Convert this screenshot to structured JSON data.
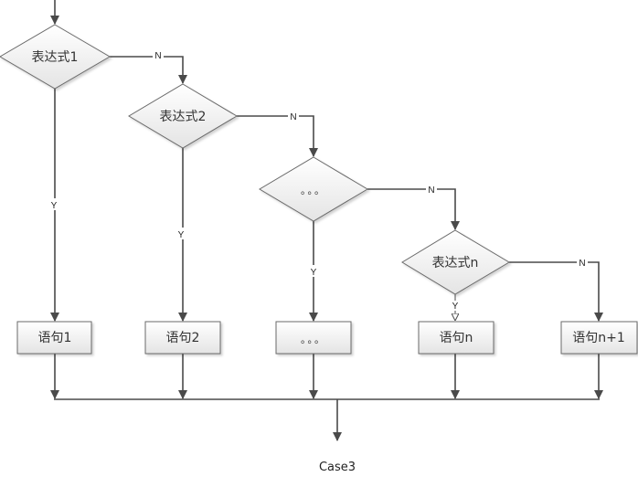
{
  "diagram": {
    "type": "flowchart",
    "caption": "Case3",
    "decisions": [
      {
        "id": "d1",
        "label": "表达式1"
      },
      {
        "id": "d2",
        "label": "表达式2"
      },
      {
        "id": "d3",
        "label": "。。。"
      },
      {
        "id": "dn",
        "label": "表达式n"
      }
    ],
    "statements": [
      {
        "id": "s1",
        "label": "语句1"
      },
      {
        "id": "s2",
        "label": "语句2"
      },
      {
        "id": "s3",
        "label": "。。。"
      },
      {
        "id": "sn",
        "label": "语句n"
      },
      {
        "id": "sn1",
        "label": "语句n+1"
      }
    ],
    "edges": [
      {
        "from": "start",
        "to": "d1",
        "label": ""
      },
      {
        "from": "d1",
        "to": "s1",
        "label": "Y"
      },
      {
        "from": "d1",
        "to": "d2",
        "label": "N"
      },
      {
        "from": "d2",
        "to": "s2",
        "label": "Y"
      },
      {
        "from": "d2",
        "to": "d3",
        "label": "N"
      },
      {
        "from": "d3",
        "to": "s3",
        "label": "Y"
      },
      {
        "from": "d3",
        "to": "dn",
        "label": "N"
      },
      {
        "from": "dn",
        "to": "sn",
        "label": "Y"
      },
      {
        "from": "dn",
        "to": "sn1",
        "label": "N"
      },
      {
        "from": "s1",
        "to": "merge",
        "label": ""
      },
      {
        "from": "s2",
        "to": "merge",
        "label": ""
      },
      {
        "from": "s3",
        "to": "merge",
        "label": ""
      },
      {
        "from": "sn",
        "to": "merge",
        "label": ""
      },
      {
        "from": "sn1",
        "to": "merge",
        "label": ""
      },
      {
        "from": "merge",
        "to": "end",
        "label": ""
      }
    ],
    "colors": {
      "shape_fill_top": "#ffffff",
      "shape_fill_bottom": "#e6e6e6",
      "stroke": "#6b6b6b",
      "connector": "#4a4a4a"
    }
  }
}
